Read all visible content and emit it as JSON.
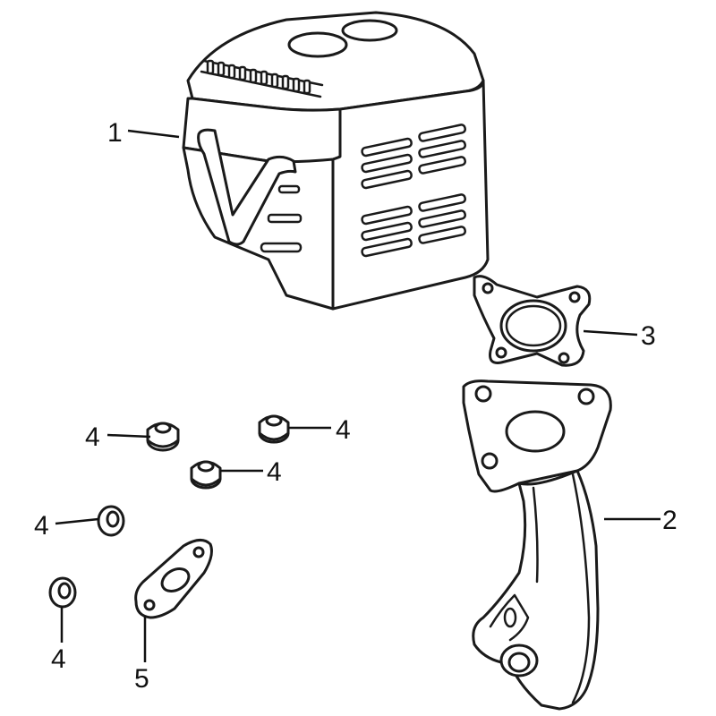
{
  "diagram": {
    "callouts": [
      {
        "id": "muffler-cover",
        "number": "1"
      },
      {
        "id": "exhaust-pipe",
        "number": "2"
      },
      {
        "id": "gasket-large",
        "number": "3"
      },
      {
        "id": "nut-a",
        "number": "4"
      },
      {
        "id": "nut-b",
        "number": "4"
      },
      {
        "id": "nut-c",
        "number": "4"
      },
      {
        "id": "nut-d",
        "number": "4"
      },
      {
        "id": "nut-e",
        "number": "4"
      },
      {
        "id": "gasket-small",
        "number": "5"
      }
    ],
    "line_color": "#1a1a1a",
    "background_color": "#ffffff"
  }
}
